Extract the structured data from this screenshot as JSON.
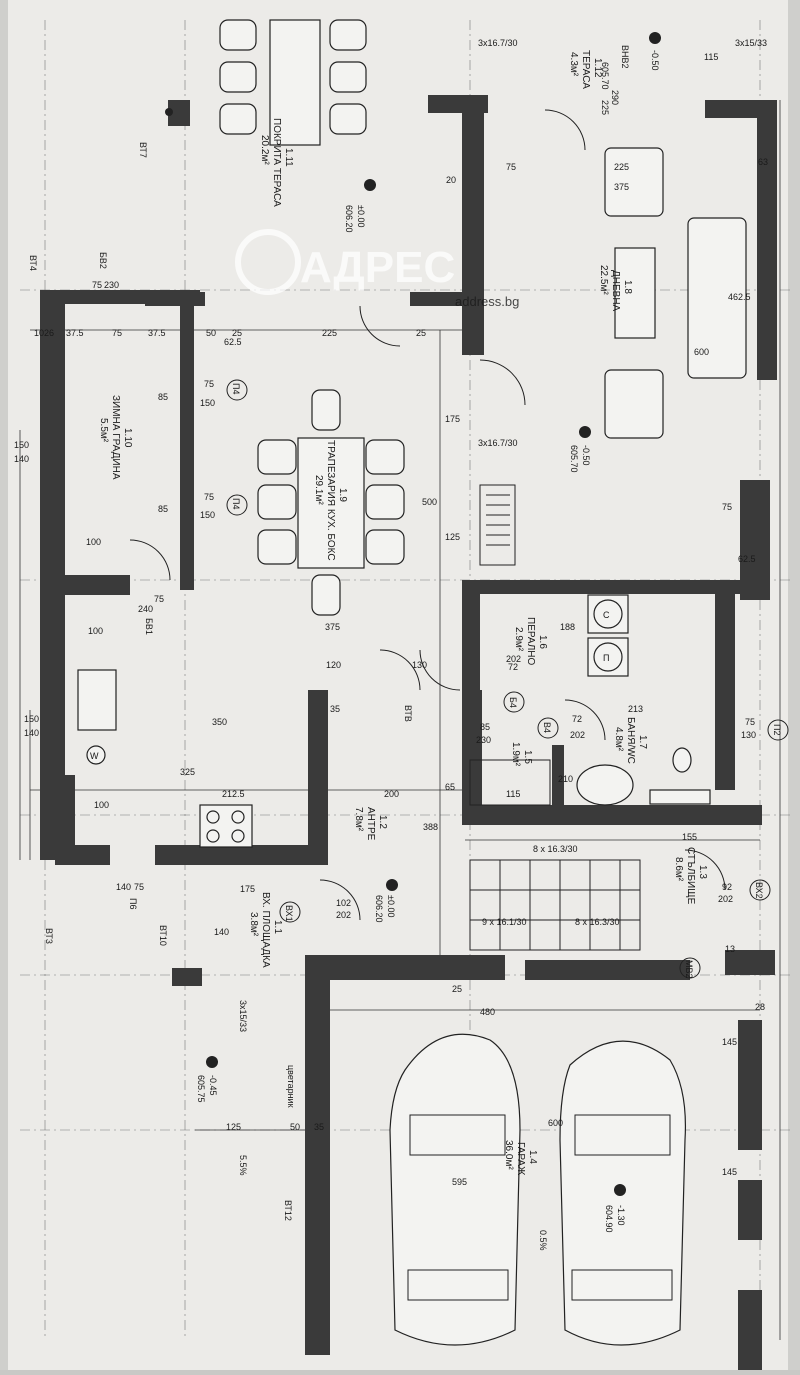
{
  "watermark": {
    "brand": "АДРЕС",
    "site": "address.bg"
  },
  "rooms": [
    {
      "id": "1.1",
      "name": "ВХ. ПЛОЩАДКА",
      "area": "3.8м²"
    },
    {
      "id": "1.2",
      "name": "АНТРЕ",
      "area": "7.8м²"
    },
    {
      "id": "1.3",
      "name": "СТЪЛБИЩЕ",
      "area": "8.6м²"
    },
    {
      "id": "1.4",
      "name": "ГАРАЖ",
      "area": "36.0м²"
    },
    {
      "id": "1.5",
      "name": "",
      "area": "1.9м²"
    },
    {
      "id": "1.6",
      "name": "ПЕРАЛНО",
      "area": "2.9м²"
    },
    {
      "id": "1.7",
      "name": "БАНЯ/WC",
      "area": "4.8м²"
    },
    {
      "id": "1.8",
      "name": "ДНЕВНА",
      "area": "22.5м²"
    },
    {
      "id": "1.9",
      "name": "ТРАПЕЗАРИЯ КУХ. БОКС",
      "area": "29.1м²"
    },
    {
      "id": "1.10",
      "name": "ЗИМНА ГРАДИНА",
      "area": "5.5м²"
    },
    {
      "id": "1.11",
      "name": "ПОКРИТА ТЕРАСА",
      "area": "20.2м²"
    },
    {
      "id": "1.12",
      "name": "ТЕРАСА",
      "area": "4.3м²"
    }
  ],
  "levels": [
    {
      "value": "±0.00",
      "abs": "606.20"
    },
    {
      "value": "-0.50",
      "abs": "605.70"
    },
    {
      "value": "±0.00",
      "abs": "606.20"
    },
    {
      "value": "-0.45",
      "abs": "605.75"
    },
    {
      "value": "-1.30",
      "abs": "604.90"
    },
    {
      "value": "-0.50",
      "abs": "605.70"
    }
  ],
  "openings": [
    "ВНВ2",
    "БВ2",
    "П4",
    "П4",
    "БВ1",
    "ВТВ",
    "Б4",
    "В4",
    "П2",
    "ВХ1",
    "ВХ2",
    "П6",
    "МВ2"
  ],
  "labels": {
    "bt4": "ВТ4",
    "bt7": "ВТ7",
    "bt3": "ВТ3",
    "bt10": "ВТ10",
    "bt12": "ВТ12",
    "stair1": "3x16.7/30",
    "stair2": "3x16.7/30",
    "stair3": "3x15/33",
    "stair4": "3x15/33",
    "stair5": "8 x 16.3/30",
    "stair6": "9 x 16.1/30",
    "stair7": "8 x 16.3/30",
    "slope1": "5.5%",
    "slope2": "0.5%",
    "flower": "цветарник",
    "ref1": "605.70",
    "ref2": "225",
    "ref3": "290",
    "s": "С",
    "p": "П",
    "w": "W"
  },
  "dims": {
    "d1": "1026",
    "d2": "37.5",
    "d3": "75",
    "d4": "37.5",
    "d5": "50",
    "d6": "25",
    "d7": "225",
    "d8": "25",
    "d9": "75",
    "d10": "230",
    "d11": "62.5",
    "d12": "75",
    "d13": "150",
    "d14": "85",
    "d15": "75",
    "d16": "150",
    "d17": "85",
    "d18": "240",
    "d19": "75",
    "d20": "100",
    "d21": "120",
    "d22": "130",
    "d23": "35",
    "d24": "350",
    "d25": "375",
    "d26": "500",
    "d27": "125",
    "d28": "175",
    "d29": "325",
    "d30": "212.5",
    "d31": "200",
    "d32": "388",
    "d33": "480",
    "d34": "600",
    "d35": "595",
    "d36": "125",
    "d37": "50",
    "d38": "35",
    "d39": "102",
    "d40": "202",
    "d41": "92",
    "d42": "202",
    "d43": "72",
    "d44": "202",
    "d45": "85",
    "d46": "230",
    "d47": "72",
    "d48": "202",
    "d49": "75",
    "d50": "130",
    "d51": "150",
    "d52": "140",
    "d53": "150",
    "d54": "140",
    "d55": "75",
    "d56": "140",
    "d57": "100",
    "d58": "100",
    "d59": "462.5",
    "d60": "600",
    "d61": "225",
    "d62": "375",
    "d63": "75",
    "d64": "75",
    "d65": "62.5",
    "d66": "188",
    "d67": "213",
    "d68": "155",
    "d69": "210",
    "d70": "115",
    "d71": "65",
    "d72": "145",
    "d73": "145",
    "d74": "25",
    "d75": "28",
    "d76": "13",
    "d77": "115",
    "d78": "20",
    "d79": "175",
    "d80": "140",
    "d81": "63"
  }
}
